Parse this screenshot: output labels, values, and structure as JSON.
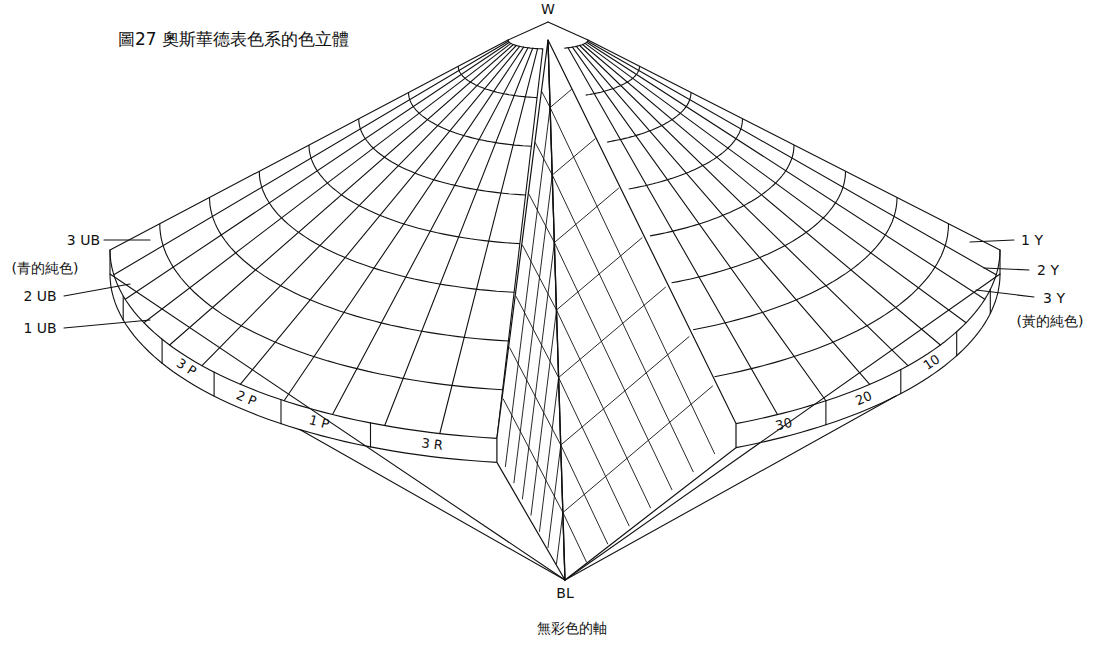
{
  "diagram": {
    "title": "圖27 奧斯華德表色系的色立體",
    "labels": [
      "W",
      "3 UB",
      "(青的純色)",
      "2 UB",
      "1 UB",
      "3 P",
      "2 P",
      "1 P",
      "3 R",
      "30",
      "20",
      "10",
      "1 Y",
      "2 Y",
      "3 Y",
      "(黃的純色)",
      "BL",
      "無彩色的軸"
    ]
  }
}
